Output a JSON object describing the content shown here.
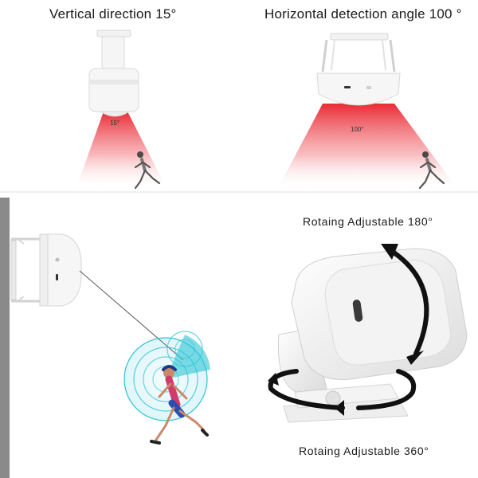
{
  "top_left": {
    "title": "Vertical direction 15°",
    "angle_label": "15°"
  },
  "top_right": {
    "title": "Horizontal detection angle 100 °",
    "angle_label": "100°"
  },
  "bottom_right": {
    "rotate_vertical_label": "Rotaing Adjustable 180°",
    "rotate_horizontal_label": "Rotaing Adjustable 360°"
  },
  "colors": {
    "beam_red": "#e8202a",
    "wall_gray": "#8a8a8a",
    "sensor_white": "#f4f4f4",
    "detect_cyan": "#2ec4d6",
    "arrow_black": "#111111"
  }
}
